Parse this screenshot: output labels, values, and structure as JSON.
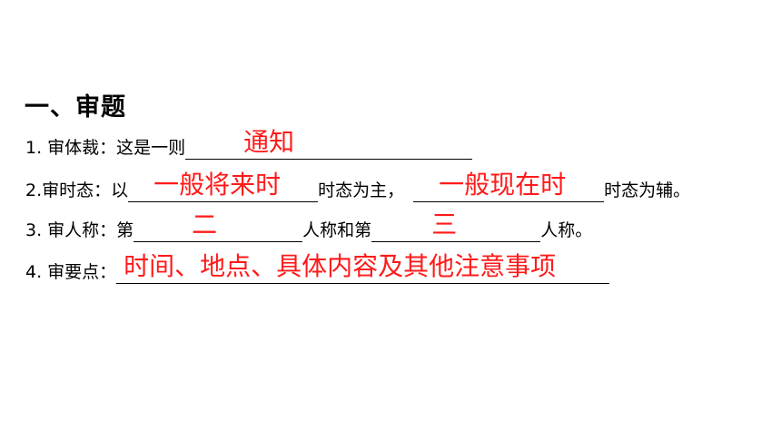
{
  "heading": "一、审题",
  "items": [
    {
      "prefix": "1. 审体裁：这是一则",
      "answer": "通知"
    },
    {
      "prefix": "2.审时态：以",
      "answer1": "一般将来时",
      "middle": "时态为主，",
      "answer2": "一般现在时",
      "suffix": " 时态为辅。"
    },
    {
      "prefix": "3. 审人称：第",
      "answer1": "二",
      "middle": "人称和第",
      "answer2": "三",
      "suffix": "人称。"
    },
    {
      "prefix": "4. 审要点：",
      "answer": "时间、地点、具体内容及其他注意事项"
    }
  ],
  "colors": {
    "answer": "#ff1a1a",
    "text": "#000000"
  }
}
